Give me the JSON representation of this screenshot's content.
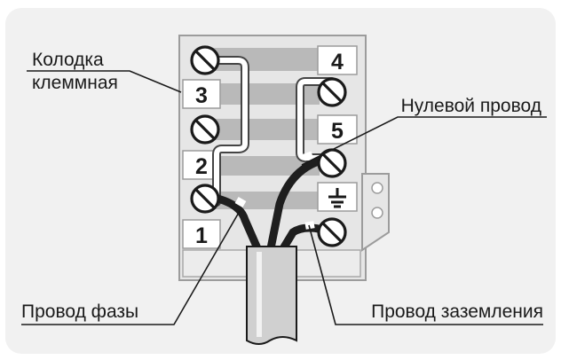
{
  "labels": {
    "block_line1": "Колодка",
    "block_line2": "клеммная",
    "neutral": "Нулевой провод",
    "phase": "Провод фазы",
    "ground": "Провод заземления"
  },
  "terminals": {
    "t1": "1",
    "t2": "2",
    "t3": "3",
    "t4": "4",
    "t5": "5"
  },
  "colors": {
    "panel": "#f1f1f1",
    "block_fill": "#e6e6e6",
    "block_stroke": "#9c9c9c",
    "wire": "#1e1e1e",
    "ink": "#1a1a1a"
  }
}
